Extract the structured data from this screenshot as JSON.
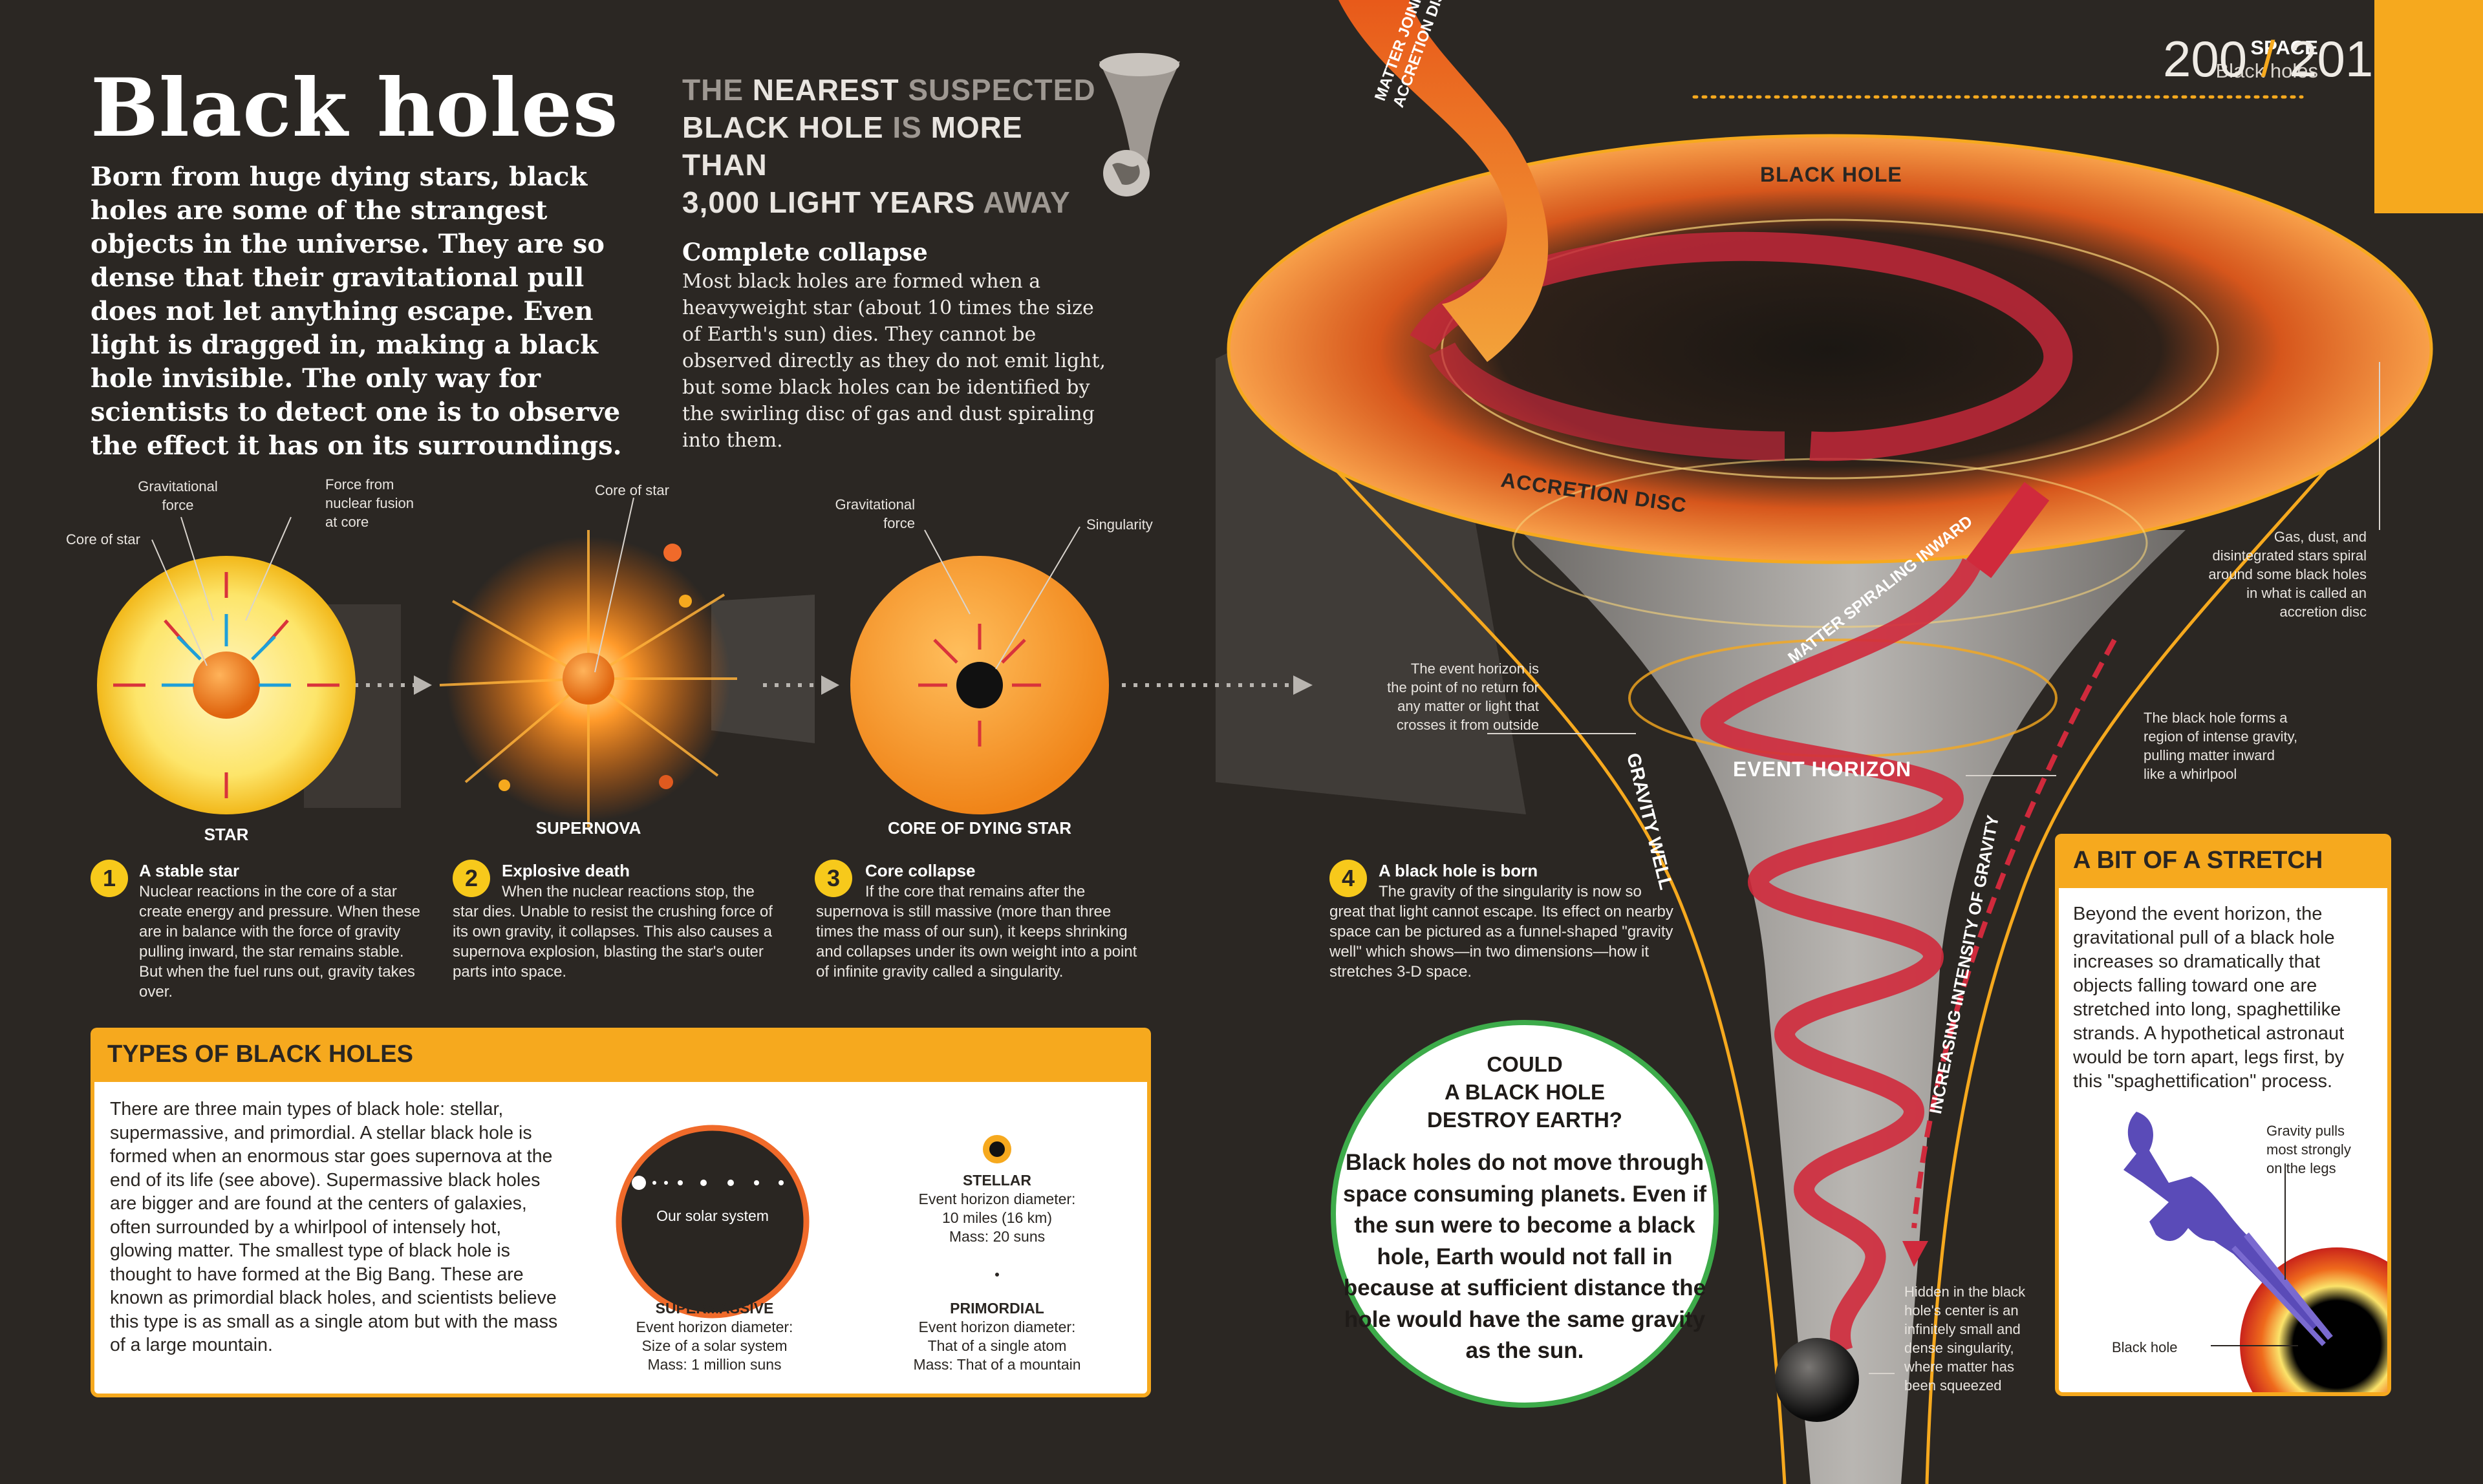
{
  "header": {
    "section": "SPACE",
    "subsection": "Black holes",
    "page_left": "200",
    "page_right": "201"
  },
  "title": "Black holes",
  "intro": "Born from huge dying stars, black holes are some of the strangest objects in the universe. They are so dense that their gravitational pull does not let anything escape. Even light is dragged in, making a black hole invisible. The only way for scientists to detect one is to observe the effect it has on its surroundings.",
  "nearest": {
    "w1": "THE",
    "w2": "NEAREST",
    "w3": "SUSPECTED",
    "w4": "BLACK HOLE",
    "w5": "IS",
    "w6": "MORE THAN",
    "w7": "3,000 LIGHT YEARS",
    "w8": "AWAY"
  },
  "collapse": {
    "heading": "Complete collapse",
    "body": "Most black holes are formed when a heavyweight star (about 10 times the size of Earth's sun) dies. They cannot be observed directly as they do not emit light, but some black holes can be identified by the swirling disc of gas and dust spiraling into them."
  },
  "diagram_labels": {
    "star_grav_line1": "Gravitational",
    "star_grav_line2": "force",
    "star_fusion_line1": "Force from",
    "star_fusion_line2": "nuclear fusion",
    "star_fusion_line3": "at core",
    "star_core": "Core of star",
    "supernova_core": "Core of star",
    "dying_grav_line1": "Gravitational",
    "dying_grav_line2": "force",
    "singularity": "Singularity",
    "stage1": "STAR",
    "stage2": "SUPERNOVA",
    "stage3": "CORE OF DYING STAR"
  },
  "steps": [
    {
      "num": "1",
      "heading": "A stable star",
      "body": "Nuclear reactions in the core of a star create energy and pressure. When these are in balance with the force of gravity pulling inward, the star remains stable. But when the fuel runs out, gravity takes over."
    },
    {
      "num": "2",
      "heading": "Explosive death",
      "body": "When the nuclear reactions stop, the star dies. Unable to resist the crushing force of its own gravity, it collapses. This also causes a supernova explosion, blasting the star's outer parts into space."
    },
    {
      "num": "3",
      "heading": "Core collapse",
      "body": "If the core that remains after the supernova is still massive (more than three times the mass of our sun), it keeps shrinking and collapses under its own weight into a point of infinite gravity called a singularity."
    },
    {
      "num": "4",
      "heading": "A black hole is born",
      "body": "The gravity of the singularity is now so great that light cannot escape. Its effect on nearby space can be pictured as a funnel-shaped \"gravity well\" which shows—in two dimensions—how it stretches 3-D space."
    }
  ],
  "types": {
    "heading": "TYPES OF BLACK HOLES",
    "body": "There are three main types of black hole: stellar, supermassive, and primordial. A stellar black hole is formed when an enormous star goes supernova at the end of its life (see above). Supermassive black holes are bigger and are found at the centers of galaxies, often surrounded by a whirlpool of intensely hot, glowing matter. The smallest type of black hole is thought to have formed at the Big Bang. These are known as primordial black holes, and scientists believe this type is as small as a single atom but with the mass of a large mountain.",
    "solar_label": "Our solar system",
    "supermassive": {
      "name": "SUPERMASSIVE",
      "line1": "Event horizon diameter:",
      "line2": "Size of a solar system",
      "line3": "Mass: 1 million suns"
    },
    "stellar": {
      "name": "STELLAR",
      "line1": "Event horizon diameter:",
      "line2": "10 miles (16 km)",
      "line3": "Mass: 20 suns"
    },
    "primordial": {
      "name": "PRIMORDIAL",
      "line1": "Event horizon diameter:",
      "line2": "That of a single atom",
      "line3": "Mass: That of a mountain"
    }
  },
  "funnel": {
    "black_hole": "BLACK HOLE",
    "accretion_disc": "ACCRETION DISC",
    "event_horizon": "EVENT HORIZON",
    "matter_joining_1": "MATTER JOINING",
    "matter_joining_2": "ACCRETION DISC",
    "matter_spiraling": "MATTER SPIRALING INWARD",
    "gravity_well": "GRAVITY WELL",
    "increasing": "INCREASING INTENSITY OF GRAVITY",
    "note_gas": [
      "Gas, dust, and",
      "disintegrated stars spiral",
      "around some black holes",
      "in what is called an",
      "accretion disc"
    ],
    "note_event": [
      "The event horizon is",
      "the point of no return for",
      "any matter or light that",
      "crosses it from outside"
    ],
    "note_region": [
      "The black hole forms a",
      "region of intense gravity,",
      "pulling matter inward",
      "like a whirlpool"
    ],
    "note_hidden": [
      "Hidden in the black",
      "hole's center is an",
      "infinitely small and",
      "dense singularity,",
      "where matter has",
      "been squeezed"
    ]
  },
  "could": {
    "heading1": "COULD",
    "heading2": "A BLACK HOLE",
    "heading3": "DESTROY EARTH?",
    "body": "Black holes do not move through space consuming planets. Even if the sun were to become a black hole, Earth would not fall in because at sufficient distance the hole would have the same gravity as the sun."
  },
  "stretch": {
    "heading": "A BIT OF A STRETCH",
    "body": "Beyond the event horizon, the gravitational pull of a black hole increases so dramatically that objects falling toward one are stretched into long, spaghettilike strands. A hypothetical astronaut would be torn apart, legs first, by this \"spaghettification\" process.",
    "label_legs1": "Gravity pulls",
    "label_legs2": "most strongly",
    "label_legs3": "on the legs",
    "label_hole": "Black hole"
  }
}
